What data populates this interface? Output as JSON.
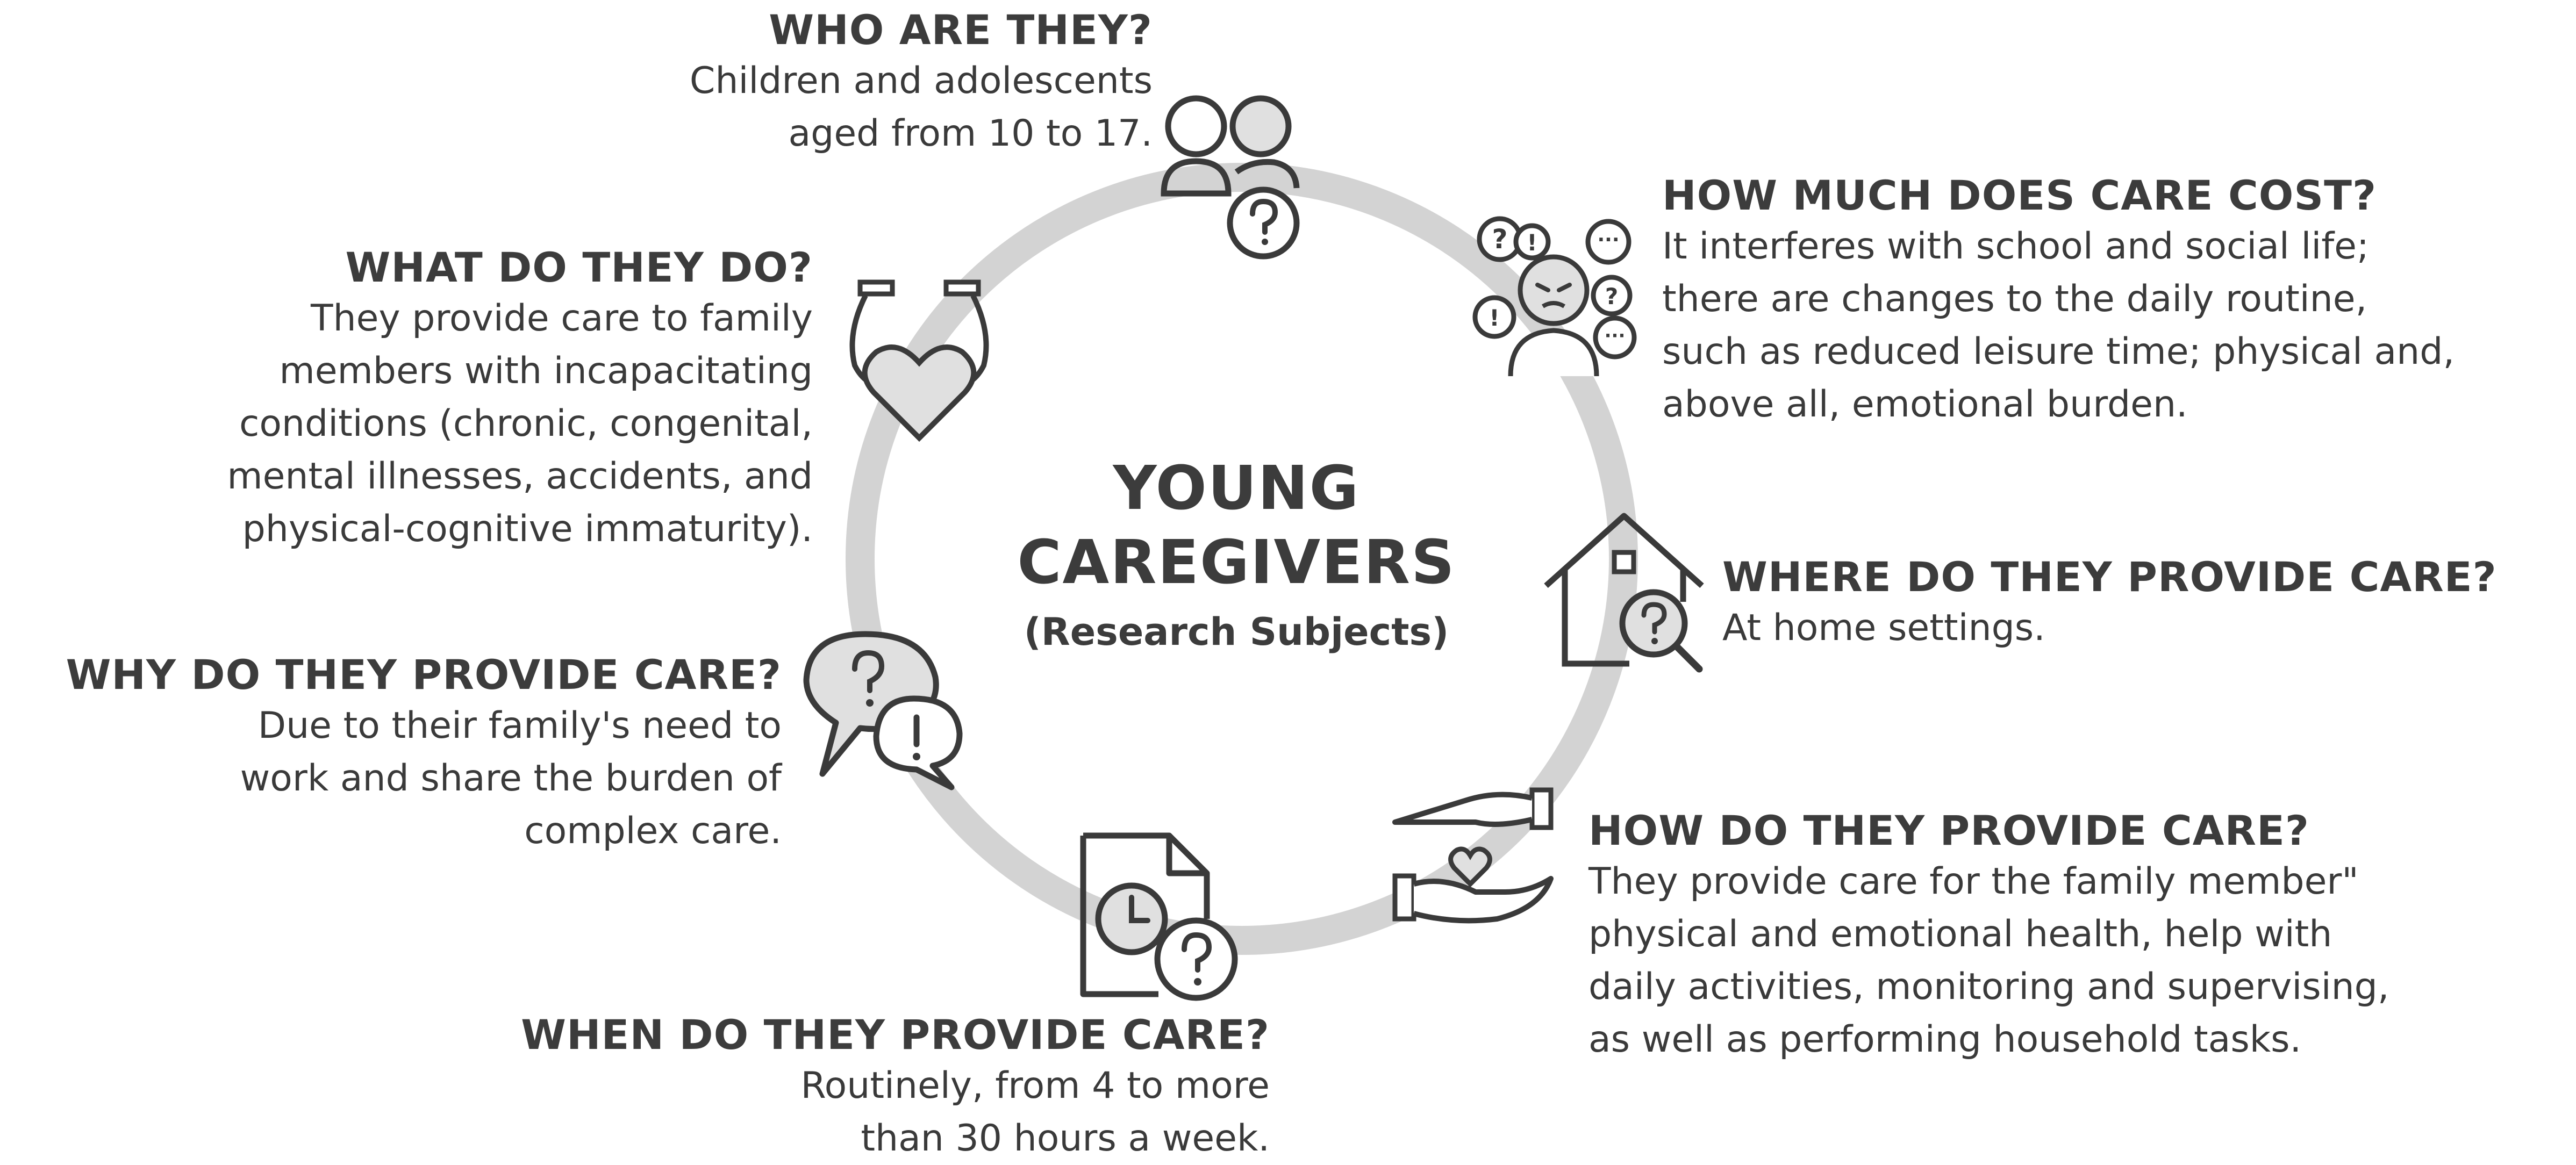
{
  "center": {
    "title_line1": "YOUNG",
    "title_line2": "CAREGIVERS",
    "subtitle": "(Research Subjects)"
  },
  "sections": {
    "who": {
      "heading": "WHO ARE THEY?",
      "lines": [
        "Children and adolescents",
        "aged from 10 to 17."
      ],
      "icon": "people-question-icon"
    },
    "cost": {
      "heading": "HOW MUCH DOES CARE COST?",
      "lines": [
        "It interferes with school and social life;",
        "there are changes to the daily routine,",
        "such as reduced leisure time; physical and,",
        "above all, emotional burden."
      ],
      "icon": "stressed-person-icon"
    },
    "what": {
      "heading": "WHAT DO THEY DO?",
      "lines": [
        "They provide care to family",
        "members with incapacitating",
        "conditions (chronic, congenital,",
        "mental illnesses, accidents, and",
        "physical-cognitive immaturity)."
      ],
      "icon": "hands-heart-icon"
    },
    "where": {
      "heading": "WHERE DO THEY PROVIDE CARE?",
      "lines": [
        "At home settings."
      ],
      "icon": "house-search-icon"
    },
    "why": {
      "heading": "WHY DO THEY PROVIDE CARE?",
      "lines": [
        "Due to their family's need to",
        "work and share the burden of",
        "complex care."
      ],
      "icon": "speech-bubbles-icon"
    },
    "how": {
      "heading": "HOW DO THEY PROVIDE CARE?",
      "lines": [
        "They provide care for the family member\"",
        "physical and emotional health, help with",
        "daily activities, monitoring and supervising,",
        "as well as performing household tasks."
      ],
      "icon": "hands-giving-heart-icon"
    },
    "when": {
      "heading": "WHEN DO THEY PROVIDE CARE?",
      "lines": [
        "Routinely, from 4 to more",
        "than 30 hours a week."
      ],
      "icon": "clock-document-icon"
    }
  },
  "colors": {
    "ring": "#d3d3d3",
    "text": "#3c3c3c",
    "icon_stroke": "#3a3a3a",
    "icon_fill": "#e0e0e0"
  }
}
